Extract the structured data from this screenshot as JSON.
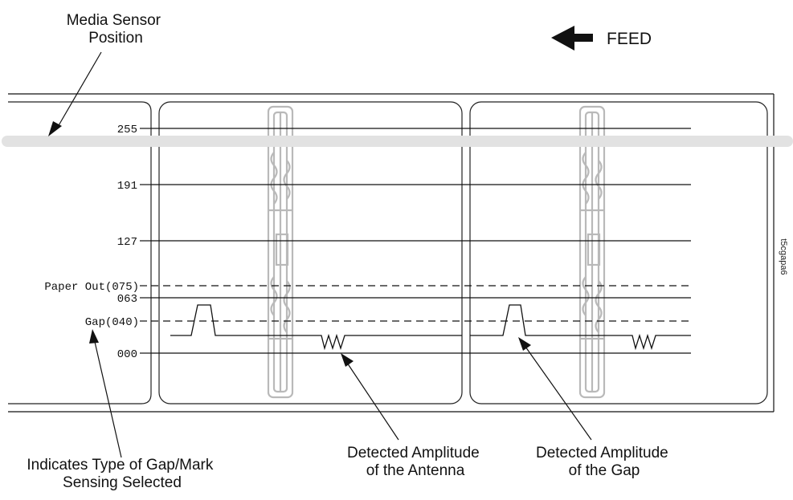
{
  "callouts": {
    "media_sensor": [
      "Media Sensor",
      "Position"
    ],
    "feed": "FEED",
    "sensing_type": [
      "Indicates Type of Gap/Mark",
      "Sensing Selected"
    ],
    "antenna_amplitude": [
      "Detected Amplitude",
      "of the Antenna"
    ],
    "gap_amplitude": [
      "Detected Amplitude",
      "of the Gap"
    ]
  },
  "figure_id": "t5cgapa6",
  "ticks": [
    "255",
    "191",
    "127",
    "Paper Out(075)",
    "063",
    "Gap(040)",
    "000"
  ],
  "colors": {
    "ink": "#111111",
    "antenna_trace": "#b9b9b9",
    "sensor_bar": "#e2e2e2"
  },
  "icons": {
    "feed_direction": "arrow-left-icon"
  }
}
